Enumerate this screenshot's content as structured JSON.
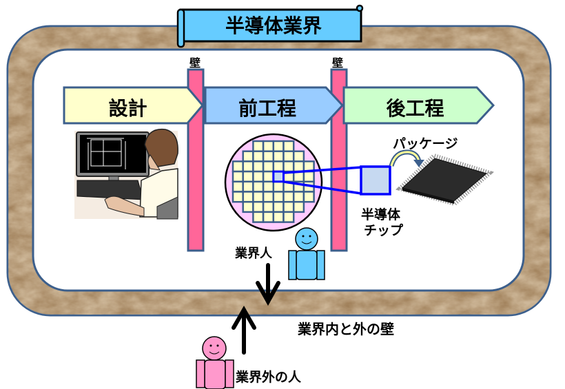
{
  "title": "半導体業界",
  "wall_label_left": "壁",
  "wall_label_right": "壁",
  "stages": [
    {
      "label": "設計",
      "color": "#ffffcc"
    },
    {
      "label": "前工程",
      "color": "#99ccff"
    },
    {
      "label": "後工程",
      "color": "#ccffcc"
    }
  ],
  "package_label": "パッケージ",
  "chip_label_line1": "半導体",
  "chip_label_line2": "チップ",
  "insider_label": "業界人",
  "outsider_label": "業界外の人",
  "boundary_label": "業界内と外の壁",
  "colors": {
    "banner": "#66ccff",
    "wall": "#ff6699",
    "border": "#3c5f8c",
    "ground": "#a0805a",
    "insider": "#66ccff",
    "outsider": "#ff99cc",
    "wafer": "#ffccff",
    "die": "#ffffcc",
    "chip": "#c6d9f1",
    "highlight": "#0000ff"
  }
}
